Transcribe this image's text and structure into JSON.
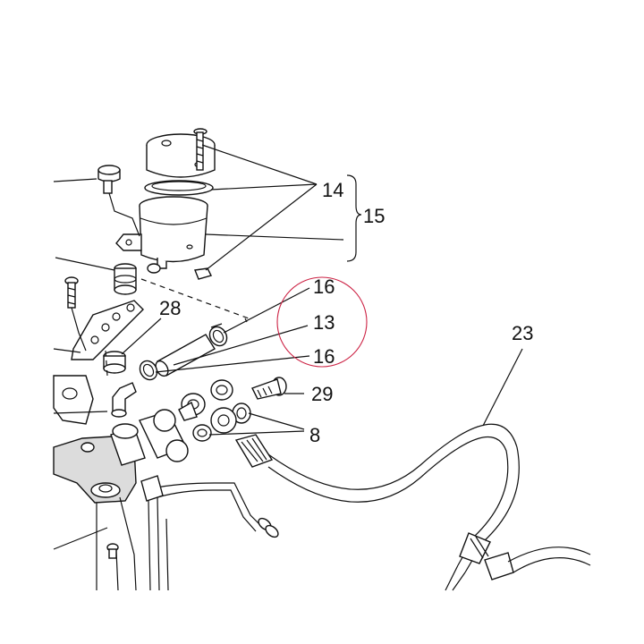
{
  "callouts": {
    "c14": "14",
    "c15": "15",
    "c16_top": "16",
    "c13": "13",
    "c16_bottom": "16",
    "c28": "28",
    "c29": "29",
    "c8": "8",
    "c23": "23"
  },
  "colors": {
    "ink": "#111111",
    "highlight_circle": "#cc2244",
    "background": "#ffffff"
  }
}
